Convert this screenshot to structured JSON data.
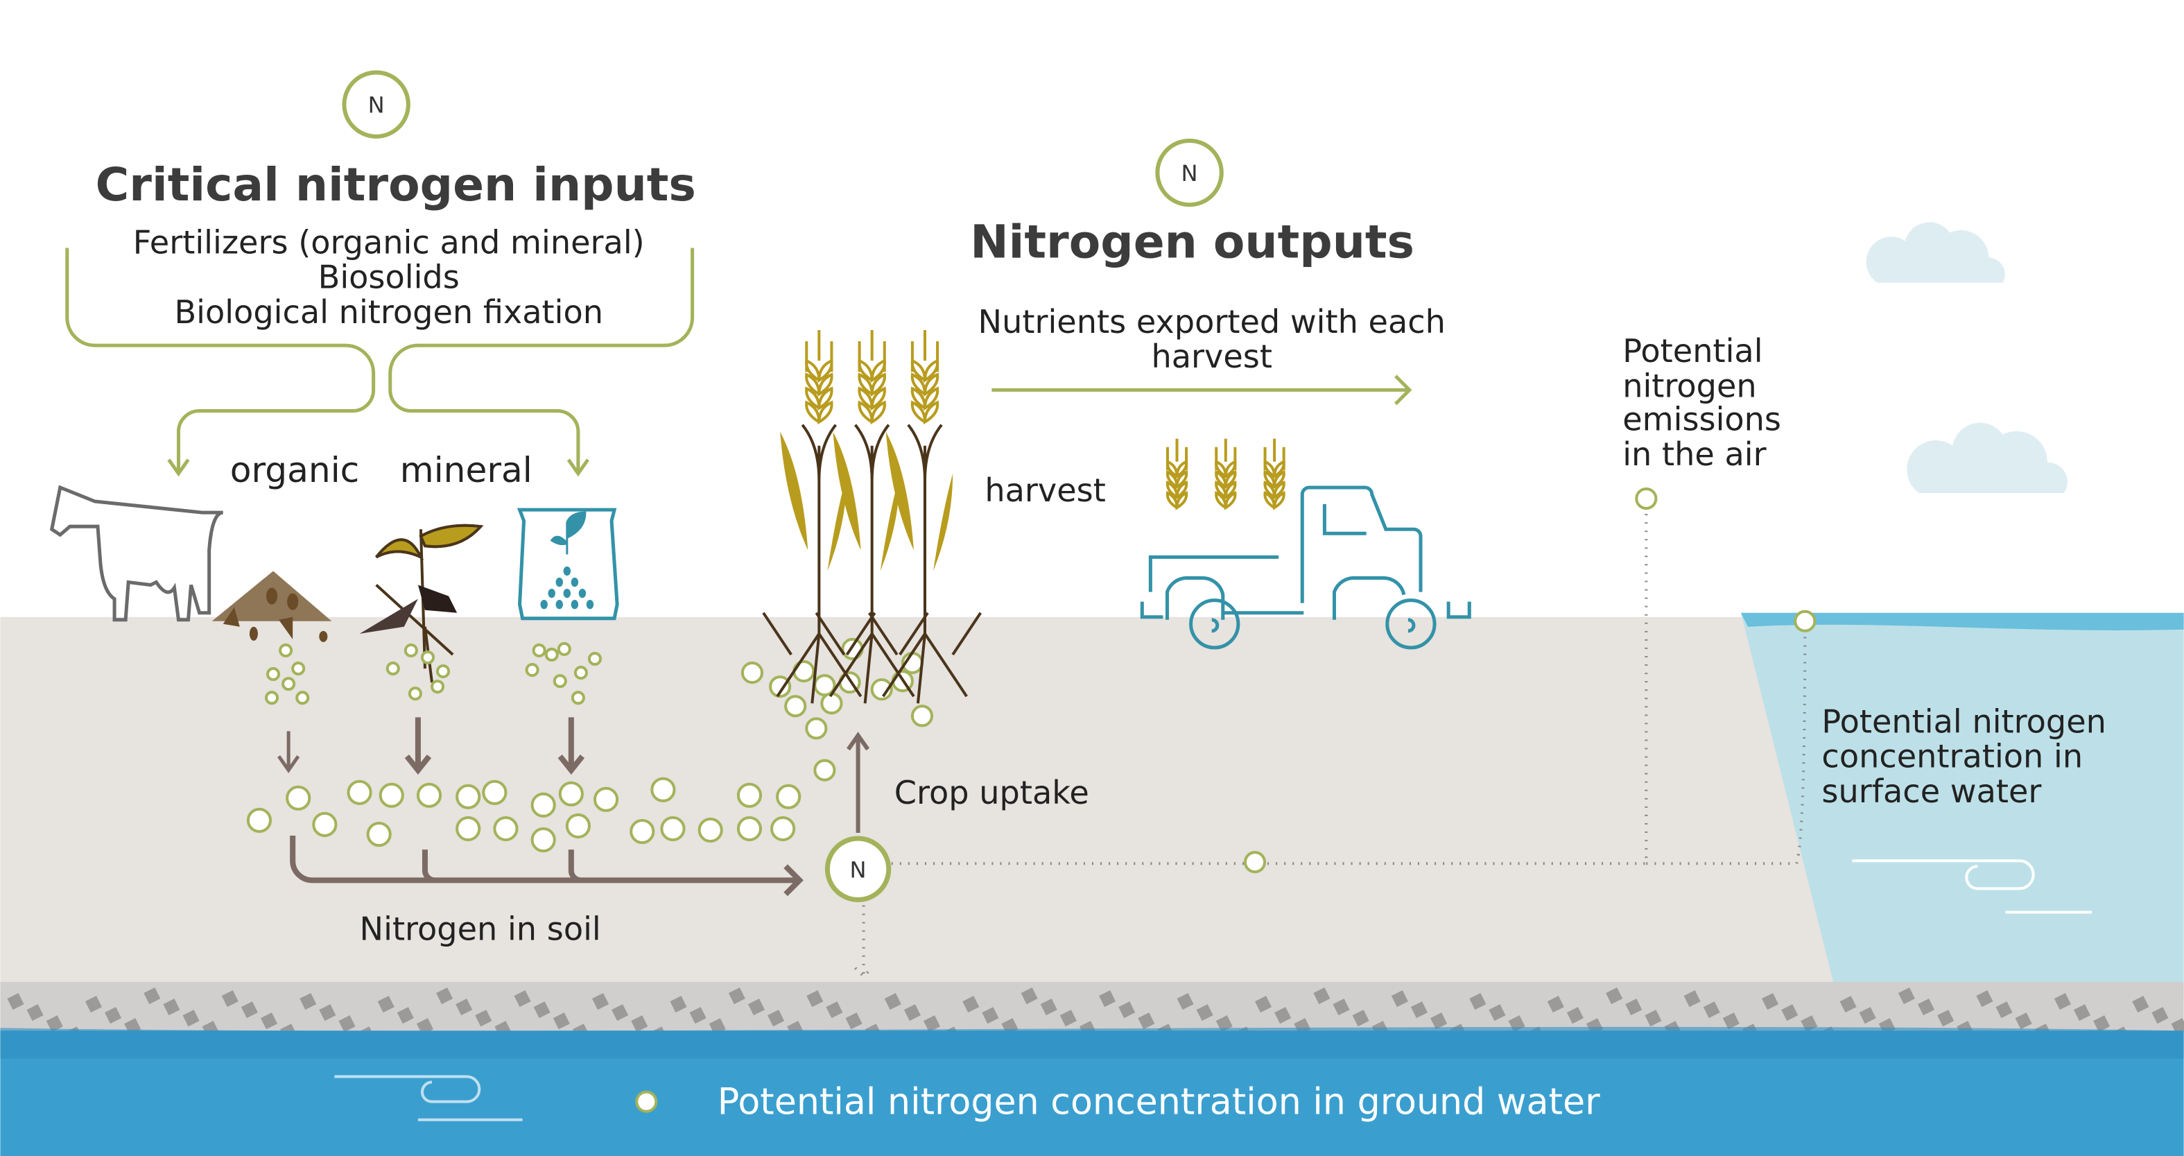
{
  "inputs": {
    "title": "Critical nitrogen inputs",
    "items": [
      "Fertilizers (organic and mineral)",
      "Biosolids",
      "Biological nitrogen fixation"
    ],
    "organic_label": "organic",
    "mineral_label": "mineral"
  },
  "outputs": {
    "title": "Nitrogen outputs",
    "export_line1": "Nutrients exported with each",
    "export_line2": "harvest",
    "harvest_label": "harvest"
  },
  "nitrogen_symbol": "N",
  "air_emissions": [
    "Potential",
    "nitrogen",
    "emissions",
    "in the air"
  ],
  "surface_water": [
    "Potential nitrogen",
    "concentration in",
    "surface water"
  ],
  "crop_uptake": "Crop uptake",
  "soil_label": "Nitrogen in soil",
  "ground_water": "Potential nitrogen concentration in ground water",
  "colors": {
    "green": "#a3b35a",
    "soil": "#e7e3df",
    "groundwater": "#3a9fcf",
    "surfacewater": "#bde0e8",
    "truck": "#3392a8",
    "wheat": "#b89c1e"
  }
}
